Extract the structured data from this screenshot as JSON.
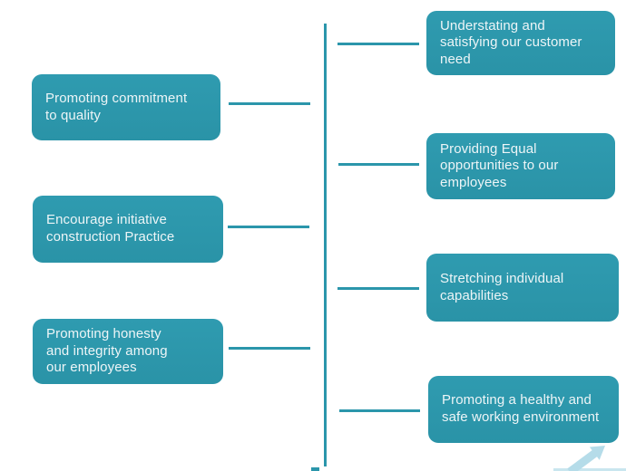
{
  "diagram": {
    "left_column": {
      "items": [
        {
          "label": "Promoting commitment\nto quality"
        },
        {
          "label": "Encourage initiative\nconstruction Practice"
        },
        {
          "label": "Promoting honesty\nand integrity among\nour employees"
        }
      ]
    },
    "right_column": {
      "items": [
        {
          "label": "Understating and\nsatisfying our customer\nneed"
        },
        {
          "label": "Providing Equal\nopportunities to our\nemployees"
        },
        {
          "label": "Stretching individual\ncapabilities"
        },
        {
          "label": "Promoting a healthy and\nsafe working environment"
        }
      ]
    },
    "colors": {
      "node_fill": "#2D96AB",
      "connector": "#2B96AB",
      "node_text": "#EDF5F7",
      "arrow": "#B5DCE9",
      "background": "#FFFFFF"
    },
    "decoration": {
      "arrow_icon": "up-right-arrow"
    }
  }
}
